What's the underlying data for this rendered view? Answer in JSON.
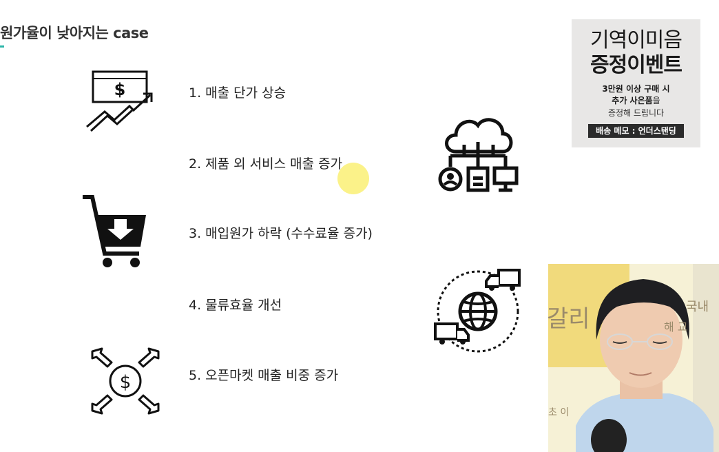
{
  "slide": {
    "title": "원가율이 낮아지는 case",
    "items": [
      {
        "text": "1. 매출 단가 상승",
        "icon": "price-up-icon"
      },
      {
        "text": "2. 제품 외 서비스 매출 증가",
        "icon": "cloud-services-icon"
      },
      {
        "text": "3. 매입원가 하락 (수수료율 증가)",
        "icon": "shopping-cart-down-icon"
      },
      {
        "text": "4. 물류효율 개선",
        "icon": "global-logistics-icon"
      },
      {
        "text": "5. 오픈마켓 매출 비중 증가",
        "icon": "dollar-coin-arrows-icon"
      }
    ]
  },
  "banner": {
    "line1": "기역이미음",
    "line2": "증정이벤트",
    "line3": "3만원 이상 구매 시",
    "line4a": "추가 사은품",
    "line4b": "을",
    "line5": "증정해 드립니다",
    "tag": "배송 메모 : 언더스탠딩"
  },
  "webcam": {
    "bg_text_1": "갈리",
    "bg_text_2": "국내",
    "bg_text_3": "해 교",
    "bg_text_4": "초 이"
  },
  "colors": {
    "accent": "#2bb5a8",
    "cursor_highlight": "#f8e828",
    "banner_bg": "#e8e7e6"
  }
}
